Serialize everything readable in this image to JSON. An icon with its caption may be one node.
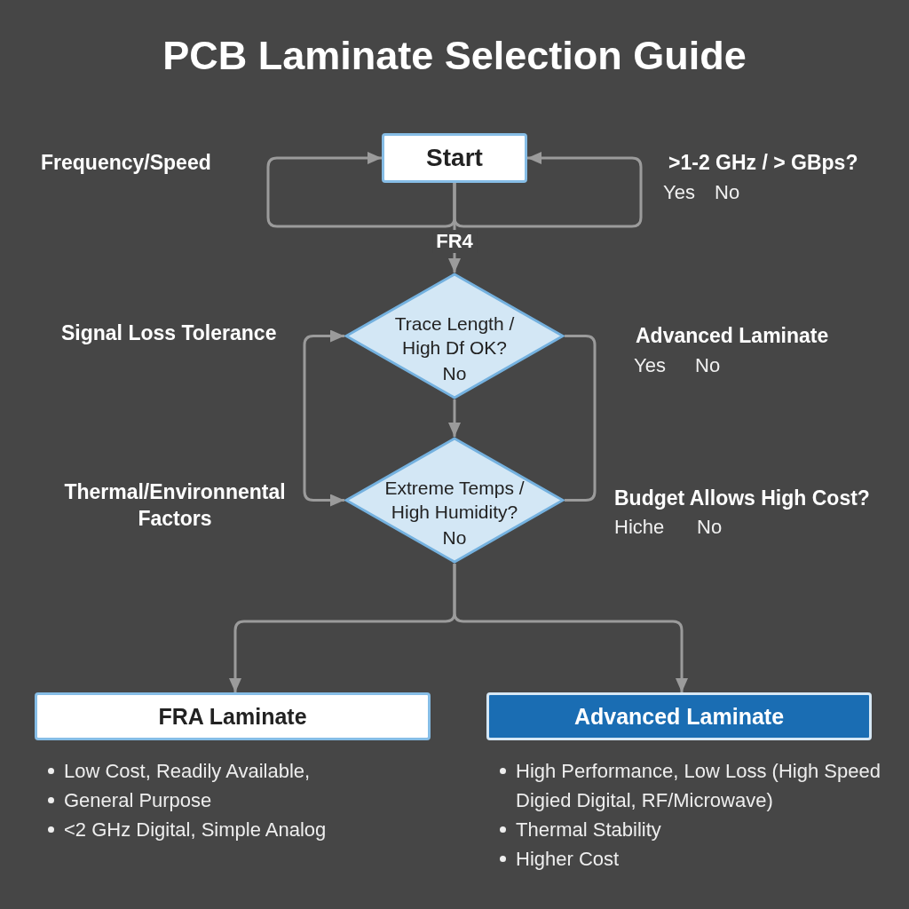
{
  "diagram": {
    "title": "PCB Laminate Selection Guide",
    "nodes": [
      {
        "text": [
          "Start"
        ]
      },
      {
        "text": [
          "Trace Length / High Df OK?",
          "No"
        ]
      },
      {
        "text": [
          "Extreme Temps / High Humidity?",
          "No"
        ]
      },
      {
        "text": [
          "FRA Laminate"
        ],
        "beside": [
          "Low Cost, Readily Available,",
          "General Purpose",
          "<2 GHz Digital, Simple Analog"
        ]
      },
      {
        "text": [
          "Advanced Laminate"
        ],
        "beside": [
          "High Performance, Low Loss (High Speed Digied Digital, RF/Microwave)",
          "Thermal Stability",
          "Higher Cost"
        ]
      }
    ],
    "edges": [
      {
        "from": 0,
        "to": 0,
        "arrow": "to"
      },
      {
        "from": 0,
        "to": 0,
        "arrow": "to"
      },
      {
        "from": 0,
        "to": 1,
        "arrow": "to",
        "label": "FR4"
      },
      {
        "from": 1,
        "to": 2,
        "arrow": "to"
      },
      {
        "from": 1,
        "to": 2,
        "arrow": "both"
      },
      {
        "from": 1,
        "to": 2,
        "arrow": "none"
      },
      {
        "from": 2,
        "to": 3,
        "arrow": "to"
      },
      {
        "from": 2,
        "to": 4,
        "arrow": "to"
      }
    ],
    "labels": [
      "Frequency/Speed",
      ">1-2 GHz / > GBps?",
      "Yes",
      "No",
      "Signal Loss Tolerance",
      "Advanced Laminate",
      "Yes",
      "No",
      "Thermal/Environnental Factors",
      "Budget Allows High Cost?",
      "Hiche",
      "No"
    ]
  }
}
